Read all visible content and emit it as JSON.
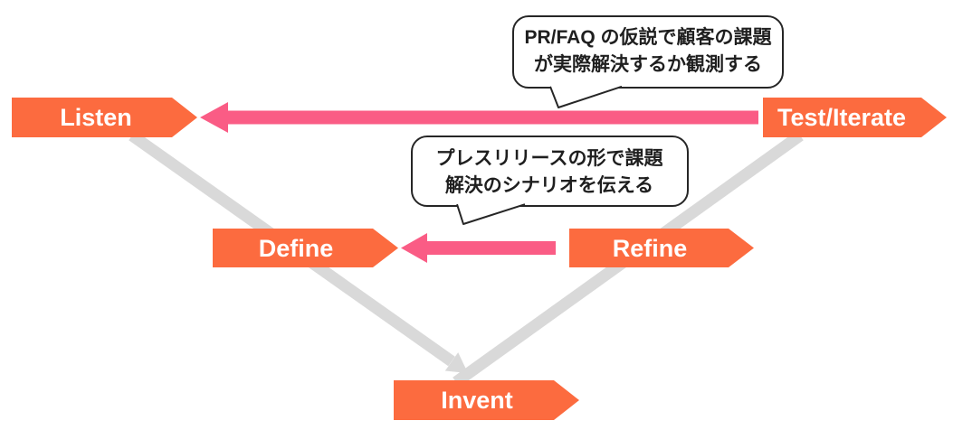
{
  "colors": {
    "orange": "#fc6b3f",
    "pink": "#fa5c85",
    "gray": "#d9d9d9",
    "bubble_border": "#262626",
    "text_dark": "#1f1f1f",
    "label_text": "#ffffff",
    "background": "#ffffff"
  },
  "nodes": {
    "listen": {
      "label": "Listen"
    },
    "test_iterate": {
      "label": "Test/Iterate"
    },
    "define": {
      "label": "Define"
    },
    "refine": {
      "label": "Refine"
    },
    "invent": {
      "label": "Invent"
    }
  },
  "callouts": {
    "top": {
      "line1": "PR/FAQ の仮説で顧客の課題",
      "line2": "が実際解決するか観測する"
    },
    "middle": {
      "line1": "プレスリリースの形で課題",
      "line2": "解決のシナリオを伝える"
    }
  }
}
